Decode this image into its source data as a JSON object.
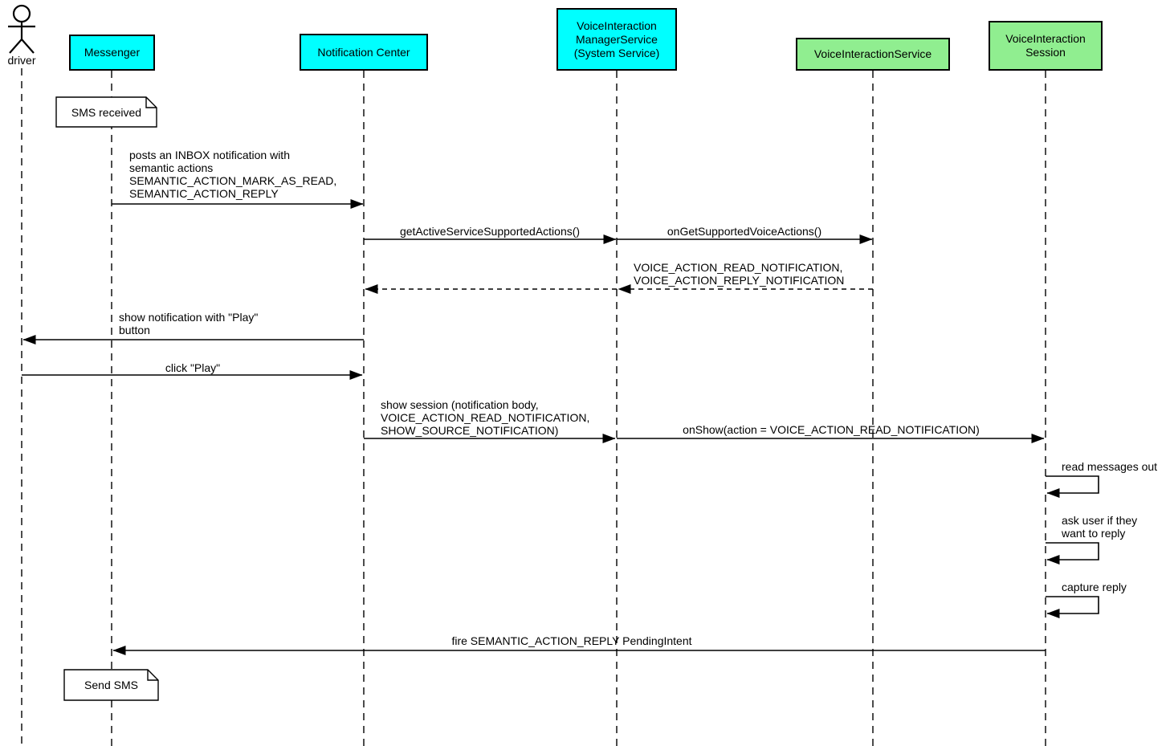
{
  "diagram": {
    "type": "sequence-diagram",
    "colors": {
      "system_participant_fill": "#00ffff",
      "service_participant_fill": "#90ee90",
      "line": "#000000",
      "note_fill": "#ffffff",
      "background": "#ffffff"
    },
    "actor": {
      "label": "driver"
    },
    "participants": [
      {
        "label": "Messenger",
        "kind": "system"
      },
      {
        "label": "Notification Center",
        "kind": "system"
      },
      {
        "label": "VoiceInteraction\nManagerService\n(System Service)",
        "kind": "system"
      },
      {
        "label": "VoiceInteractionService",
        "kind": "service"
      },
      {
        "label": "VoiceInteraction\nSession",
        "kind": "service"
      }
    ],
    "notes": [
      {
        "label": "SMS received",
        "attached_to": "Messenger"
      },
      {
        "label": "Send SMS",
        "attached_to": "Messenger"
      }
    ],
    "messages": [
      {
        "label": "posts an INBOX notification with\nsemantic actions\nSEMANTIC_ACTION_MARK_AS_READ,\nSEMANTIC_ACTION_REPLY",
        "from": "Messenger",
        "to": "Notification Center",
        "style": "solid"
      },
      {
        "label": "getActiveServiceSupportedActions()",
        "from": "Notification Center",
        "to": "VoiceInteraction ManagerService",
        "style": "solid"
      },
      {
        "label": "onGetSupportedVoiceActions()",
        "from": "VoiceInteraction ManagerService",
        "to": "VoiceInteractionService",
        "style": "solid"
      },
      {
        "label": "VOICE_ACTION_READ_NOTIFICATION,\nVOICE_ACTION_REPLY_NOTIFICATION",
        "from": "VoiceInteractionService",
        "to": "Notification Center",
        "style": "dashed-return"
      },
      {
        "label": "show notification with \"Play\"\nbutton",
        "from": "Notification Center",
        "to": "driver",
        "style": "solid"
      },
      {
        "label": "click \"Play\"",
        "from": "driver",
        "to": "Notification Center",
        "style": "solid"
      },
      {
        "label": "show session (notification body,\nVOICE_ACTION_READ_NOTIFICATION,\nSHOW_SOURCE_NOTIFICATION)",
        "from": "Notification Center",
        "to": "VoiceInteraction ManagerService",
        "style": "solid"
      },
      {
        "label": "onShow(action = VOICE_ACTION_READ_NOTIFICATION)",
        "from": "VoiceInteraction ManagerService",
        "to": "VoiceInteraction Session",
        "style": "solid"
      },
      {
        "label": "read messages out",
        "from": "VoiceInteraction Session",
        "to": "self",
        "style": "self"
      },
      {
        "label": "ask user if they\nwant to reply",
        "from": "VoiceInteraction Session",
        "to": "self",
        "style": "self"
      },
      {
        "label": "capture reply",
        "from": "VoiceInteraction Session",
        "to": "self",
        "style": "self"
      },
      {
        "label": "fire SEMANTIC_ACTION_REPLY PendingIntent",
        "from": "VoiceInteraction Session",
        "to": "Messenger",
        "style": "solid"
      }
    ]
  }
}
